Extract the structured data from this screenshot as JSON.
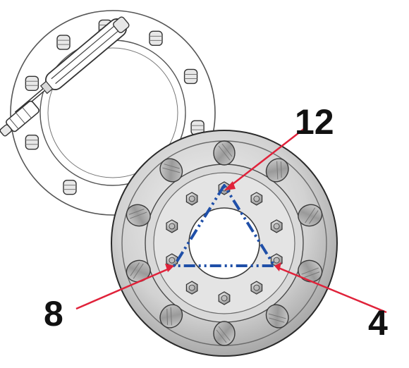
{
  "labels": {
    "top": "12",
    "left": "8",
    "right": "4"
  },
  "colors": {
    "pointer": "#e0223a",
    "pattern": "#1f4fa8",
    "outline": "#2a2a2a",
    "metal_light": "#e6e6e6",
    "metal_mid": "#c9c9c9",
    "metal_dark": "#8c8c8c"
  },
  "icons": {
    "tool": "torque-wrench-icon",
    "stud": "wheel-stud-icon",
    "nut": "lug-nut-icon"
  }
}
